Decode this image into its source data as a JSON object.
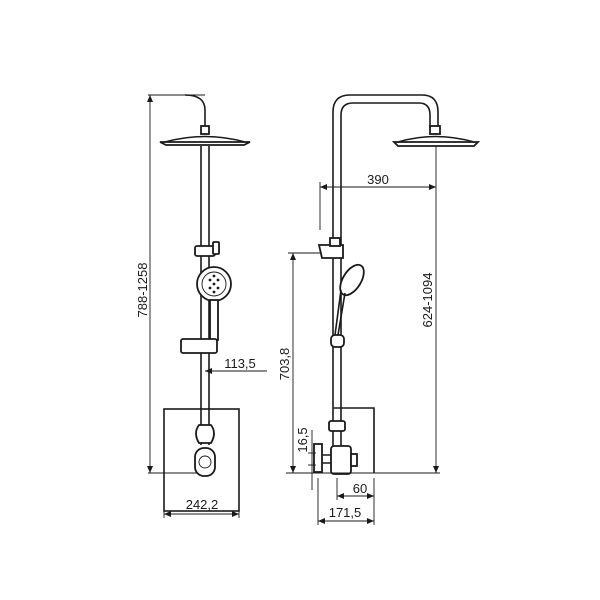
{
  "dimensions": {
    "front_height_range": "788-1258",
    "front_slider_offset": "113,5",
    "front_base_width": "242,2",
    "side_arm_reach": "390",
    "side_height_range": "624-1094",
    "side_handshower_height": "703,8",
    "side_outlet_height": "16,5",
    "side_mixer_depth": "60",
    "side_total_depth": "171,5"
  }
}
